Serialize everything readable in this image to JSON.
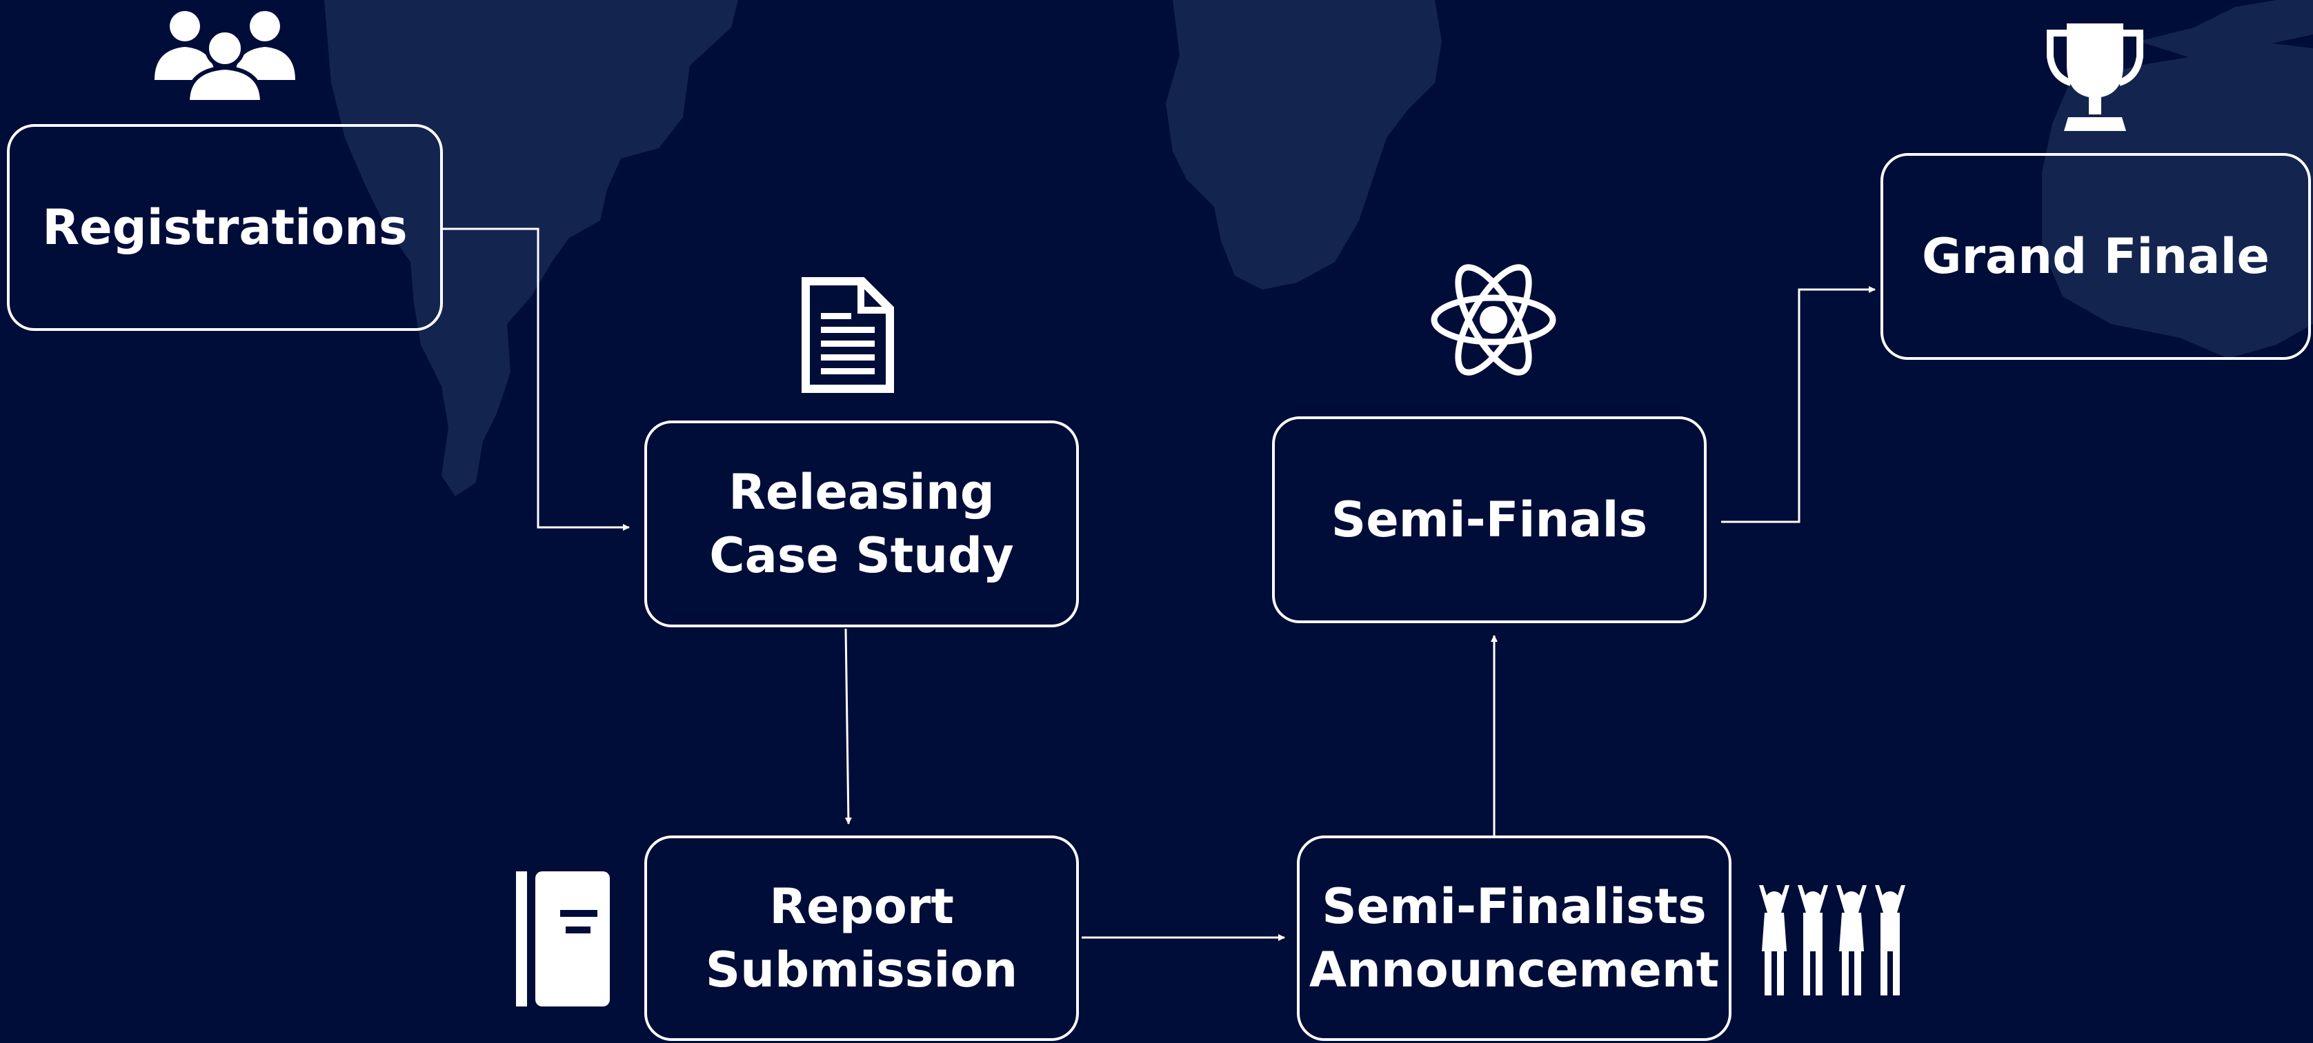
{
  "colors": {
    "background": "#000d38",
    "map": "#13244f",
    "foreground": "#ffffff"
  },
  "stages": {
    "registrations": {
      "lines": [
        "Registrations"
      ],
      "icon": "people-group-icon"
    },
    "releasing_case_study": {
      "lines": [
        "Releasing",
        "Case Study"
      ],
      "icon": "document-icon"
    },
    "report_submission": {
      "lines": [
        "Report",
        "Submission"
      ],
      "icon": "notebook-icon"
    },
    "semi_finalists_announcement": {
      "lines": [
        "Semi-Finalists",
        "Announcement"
      ],
      "icon": "cheering-people-icon"
    },
    "semi_finals": {
      "lines": [
        "Semi-Finals"
      ],
      "icon": "atom-icon"
    },
    "grand_finale": {
      "lines": [
        "Grand Finale"
      ],
      "icon": "trophy-icon"
    }
  },
  "connections": [
    {
      "from": "Registrations",
      "to": "Releasing Case Study"
    },
    {
      "from": "Releasing Case Study",
      "to": "Report Submission"
    },
    {
      "from": "Report Submission",
      "to": "Semi-Finalists Announcement"
    },
    {
      "from": "Semi-Finalists Announcement",
      "to": "Semi-Finals"
    },
    {
      "from": "Semi-Finals",
      "to": "Grand Finale"
    }
  ]
}
